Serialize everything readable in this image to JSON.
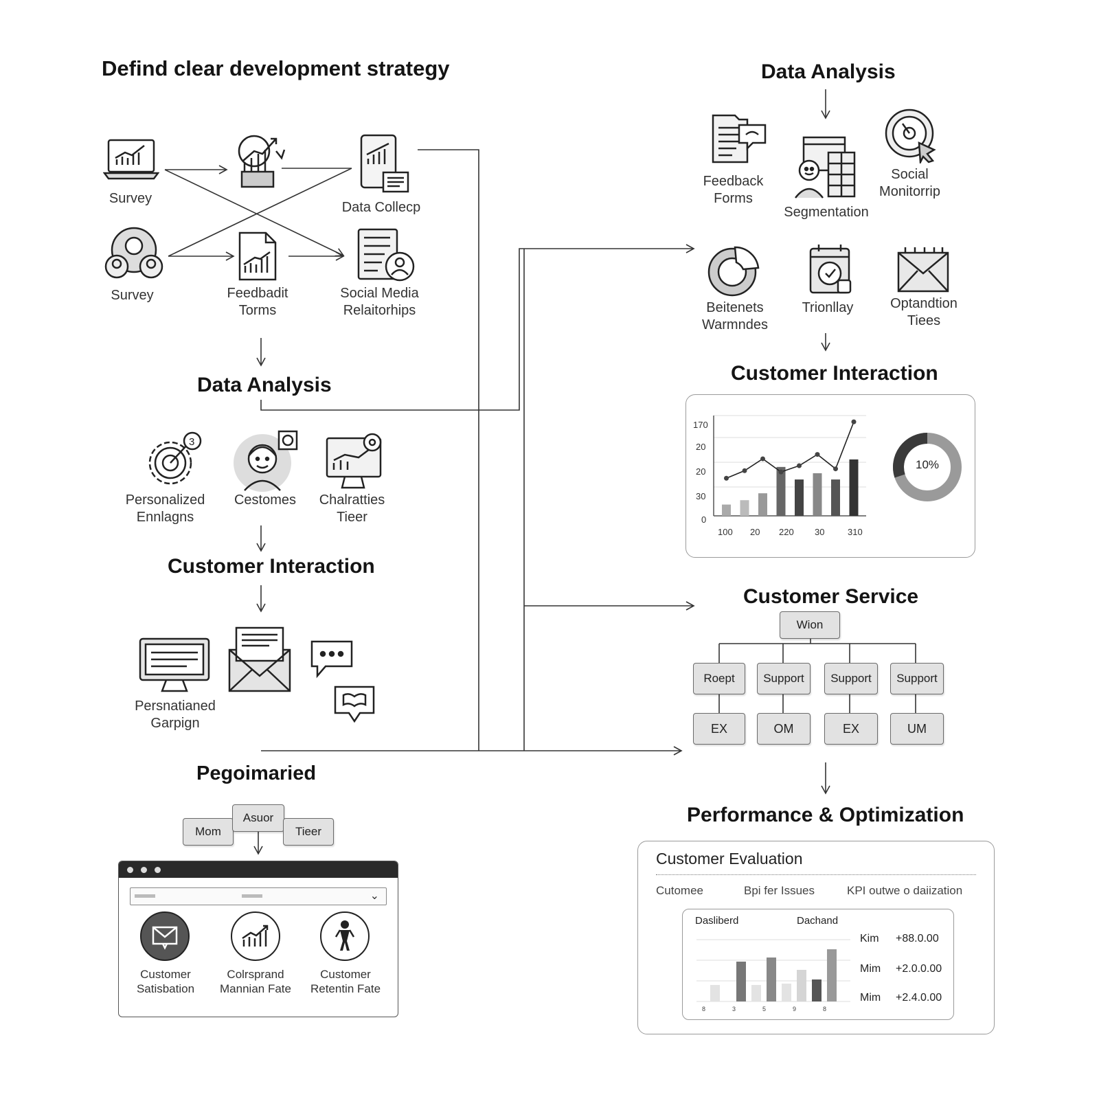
{
  "left": {
    "title": "Defind clear development strategy",
    "row1": [
      "Survey",
      "",
      "Data Collecp"
    ],
    "row2": [
      "Survey",
      "Feedbadit\nTorms",
      "Social Media\nRelaitorhips"
    ],
    "data_analysis": "Data Analysis",
    "row3": [
      "Personalized\nEnnlagns",
      "Cestomes",
      "Chalratties\nTieer"
    ],
    "customer_interaction": "Customer Interaction",
    "campaign": "Persnatianed\nGarpign",
    "pegoimaried": "Pegoimaried",
    "tabs": [
      "Mom",
      "Asuor",
      "Tieer"
    ],
    "window_items": [
      "Customer\nSatisbation",
      "Colrsprand\nMannian Fate",
      "Customer\nRetentin Fate"
    ]
  },
  "right": {
    "data_analysis": "Data Analysis",
    "row1": [
      "Feedback\nForms",
      "Segmentation",
      "Social\nMonitorrip"
    ],
    "row2": [
      "Beitenets\nWarmndes",
      "Trionllay",
      "Optandtion\nTiees"
    ],
    "customer_interaction": "Customer Interaction",
    "customer_service": "Customer Service",
    "org_top": "Wion",
    "org_mid": [
      "Roept",
      "Support",
      "Support",
      "Support"
    ],
    "org_bottom": [
      "EX",
      "OM",
      "EX",
      "UM"
    ],
    "performance": "Performance & Optimization",
    "eval_title": "Customer Evaluation",
    "eval_cols": [
      "Cutomee",
      "Bpi fer Issues",
      "KPI outwe o daiization"
    ],
    "dash_labels": [
      "Dasliberd",
      "Dachand"
    ],
    "kpis": [
      {
        "name": "Kim",
        "value": "+88.0.00"
      },
      {
        "name": "Mim",
        "value": "+2.0.0.00"
      },
      {
        "name": "Mim",
        "value": "+2.4.0.00"
      }
    ],
    "dash_xticks": [
      "8",
      "3",
      "5",
      "9",
      "8"
    ]
  },
  "chart_data": {
    "type": "bar",
    "categories": [
      "100",
      "20",
      "220",
      "30",
      "310"
    ],
    "y_ticks": [
      "170",
      "20",
      "20",
      "30",
      "0"
    ],
    "values": [
      18,
      25,
      36,
      78,
      58,
      68,
      58,
      90
    ],
    "line_values": [
      60,
      72,
      91,
      70,
      80,
      98,
      75,
      150
    ],
    "donut": {
      "label": "10%",
      "value": 10
    }
  }
}
